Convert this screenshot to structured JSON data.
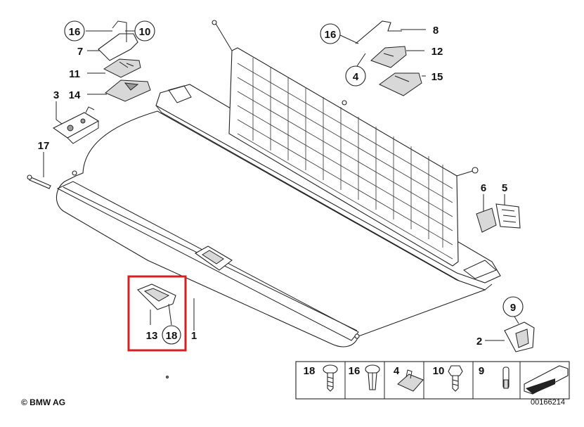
{
  "callouts": {
    "c1": "1",
    "c2": "2",
    "c3": "3",
    "c4a": "4",
    "c5": "5",
    "c6": "6",
    "c7": "7",
    "c8": "8",
    "c9": "9",
    "c10a": "10",
    "c11": "11",
    "c12": "12",
    "c13": "13",
    "c14": "14",
    "c15": "15",
    "c16a": "16",
    "c16b": "16",
    "c17": "17",
    "c18a": "18"
  },
  "legend": {
    "items": [
      {
        "number": "18",
        "icon": "screw-icon"
      },
      {
        "number": "16",
        "icon": "plastic-rivet-icon"
      },
      {
        "number": "4",
        "icon": "spring-nut-icon"
      },
      {
        "number": "10",
        "icon": "hex-screw-icon"
      },
      {
        "number": "9",
        "icon": "pin-icon"
      }
    ],
    "last_icon": "carpet-wedge-icon"
  },
  "footer": {
    "copyright": "© BMW AG",
    "drawing_number": "00166214"
  },
  "highlight": {
    "color": "#d42020"
  }
}
